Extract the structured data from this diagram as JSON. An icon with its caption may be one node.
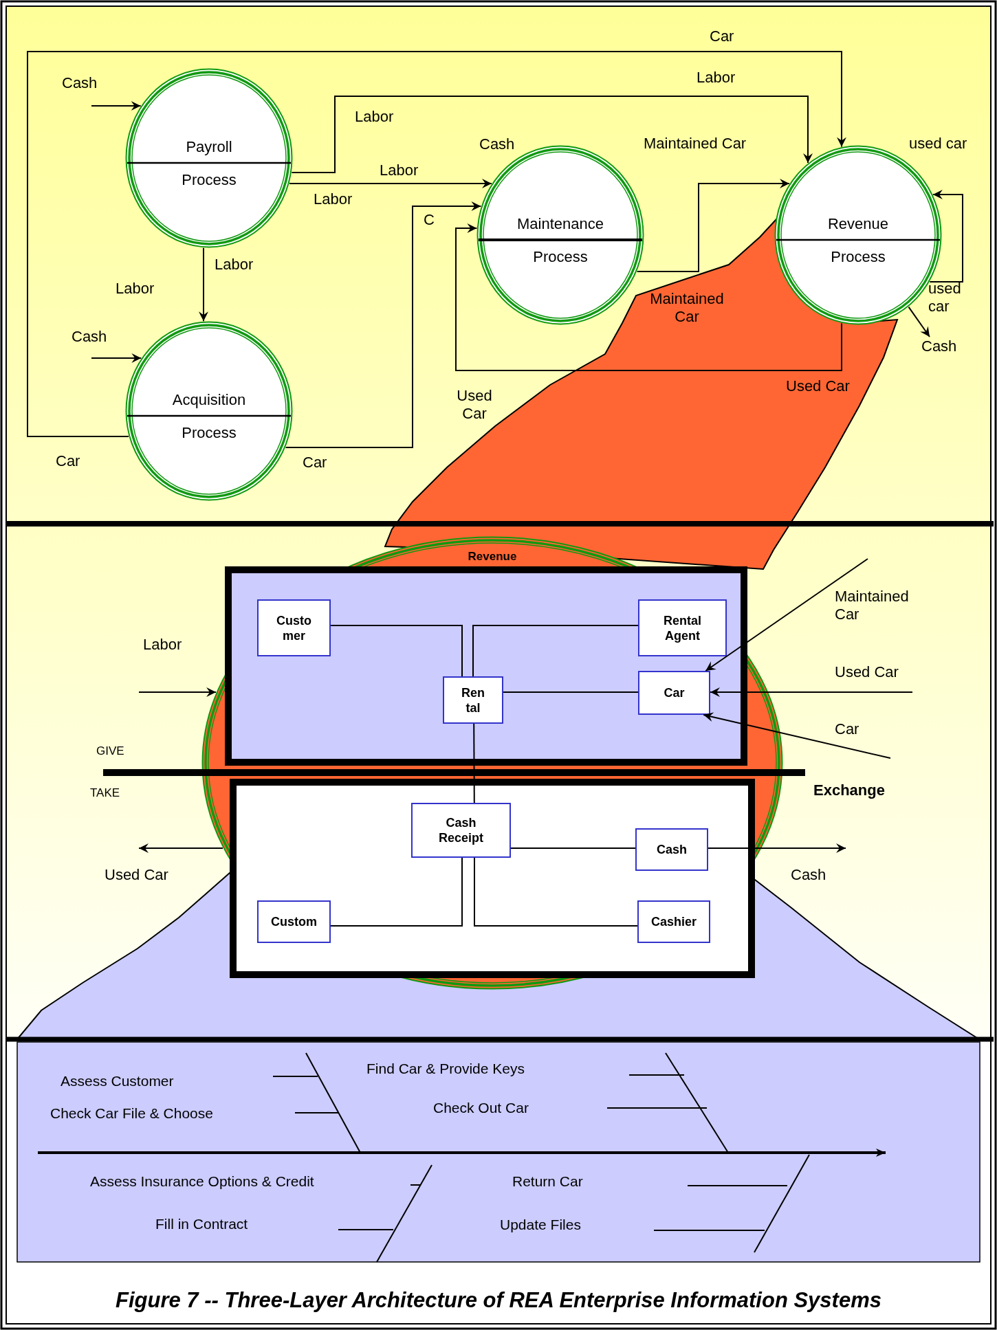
{
  "diagram": {
    "caption": "Figure 7 -- Three-Layer Architecture of REA Enterprise Information Systems",
    "nodes": [
      {
        "text": [
          "Payroll",
          "Process"
        ]
      },
      {
        "text": [
          "Acquisition",
          "Process"
        ]
      },
      {
        "text": [
          "Maintenance",
          "Process"
        ]
      },
      {
        "text": [
          "Revenue",
          "Process"
        ]
      },
      {
        "text": [
          "Revenue"
        ]
      },
      {
        "text": [],
        "shape": "box",
        "in": 4
      },
      {
        "text": [
          "Custo mer"
        ],
        "in": 5
      },
      {
        "text": [
          "Rental Agent"
        ],
        "in": 5
      },
      {
        "text": [
          "Ren tal"
        ],
        "in": 5
      },
      {
        "text": [
          "Car"
        ],
        "in": 5
      },
      {
        "text": [],
        "shape": "box",
        "in": 4
      },
      {
        "text": [
          "Cash Receipt"
        ],
        "in": 10
      },
      {
        "text": [
          "Cash"
        ],
        "in": 10
      },
      {
        "text": [
          "Custom"
        ],
        "in": 10
      },
      {
        "text": [
          "Cashier"
        ],
        "in": 10
      }
    ],
    "edges": [
      {
        "from": null,
        "to": 0,
        "arrow": "to",
        "label": "Cash"
      },
      {
        "from": null,
        "to": 1,
        "arrow": "to",
        "label": "Cash"
      },
      {
        "from": 0,
        "to": 1,
        "arrow": "to",
        "label": "Labor"
      },
      {
        "from": 0,
        "to": 3,
        "arrow": "to",
        "label": "Labor"
      },
      {
        "from": 0,
        "to": 2,
        "arrow": "to",
        "label": "Labor"
      },
      {
        "from": 1,
        "to": 2,
        "arrow": "to",
        "label": "Car"
      },
      {
        "from": 1,
        "to": 3,
        "arrow": "to",
        "label": "Car"
      },
      {
        "from": 2,
        "to": 3,
        "arrow": "to",
        "label": "Maintained Car"
      },
      {
        "from": 3,
        "to": 2,
        "arrow": "to",
        "label": "Used Car"
      },
      {
        "from": 3,
        "to": 3,
        "arrow": "to",
        "label": "used car"
      },
      {
        "from": 3,
        "to": null,
        "arrow": "to",
        "label": "Cash"
      },
      {
        "from": null,
        "to": 4,
        "arrow": "to",
        "label": "Labor"
      },
      {
        "from": 4,
        "to": null,
        "arrow": "to",
        "label": "Used Car"
      },
      {
        "from": null,
        "to": 9,
        "arrow": "to",
        "label": "Maintained Car"
      },
      {
        "from": null,
        "to": 9,
        "arrow": "to",
        "label": "Used Car"
      },
      {
        "from": null,
        "to": 9,
        "arrow": "to",
        "label": "Car"
      },
      {
        "from": 12,
        "to": null,
        "arrow": "to",
        "label": "Cash"
      },
      {
        "from": 6,
        "to": 8,
        "arrow": "none"
      },
      {
        "from": 7,
        "to": 8,
        "arrow": "none"
      },
      {
        "from": 9,
        "to": 8,
        "arrow": "none"
      },
      {
        "from": 8,
        "to": 11,
        "arrow": "none"
      },
      {
        "from": 11,
        "to": 12,
        "arrow": "none"
      },
      {
        "from": 13,
        "to": 11,
        "arrow": "none"
      },
      {
        "from": 14,
        "to": 11,
        "arrow": "none"
      }
    ],
    "labels": [
      "Labor",
      "Cash",
      "used car",
      "Labor",
      "C",
      "Labor",
      "Maintained Car",
      "Used Car",
      "Car",
      "GIVE",
      "TAKE",
      "Exchange",
      "Assess Customer",
      "Find Car & Provide Keys",
      "Check Car File & Choose",
      "Check Out Car",
      "Assess Insurance Options & Credit",
      "Return Car",
      "Fill in Contract",
      "Update Files"
    ]
  }
}
